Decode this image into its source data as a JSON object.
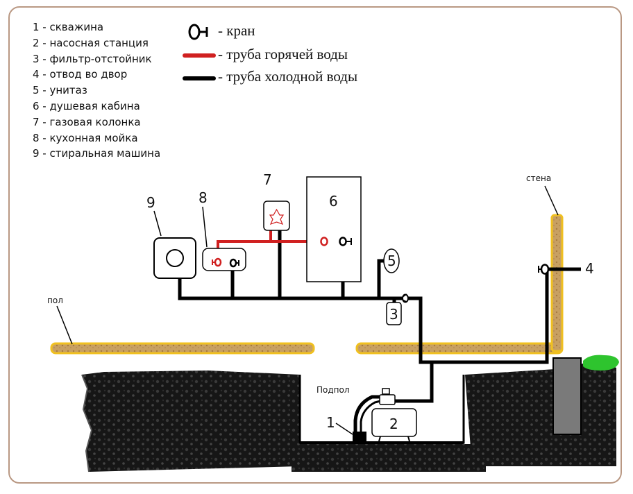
{
  "legend_items": [
    "1 - скважина",
    "2 - насосная станция",
    "3 - фильтр-отстойник",
    "4 - отвод во двор",
    "5 - унитаз",
    "6 - душевая кабина",
    "7 - газовая колонка",
    "8 - кухонная мойка",
    "9 - стиральная машина"
  ],
  "key": {
    "valve": "- кран",
    "hot_pipe": "- труба горячей воды",
    "cold_pipe": "- труба холодной воды"
  },
  "labels": {
    "floor": "пол",
    "wall": "стена",
    "subfloor": "Подпол",
    "n1": "1",
    "n2": "2",
    "n3": "3",
    "n4": "4",
    "n5": "5",
    "n6": "6",
    "n7": "7",
    "n8": "8",
    "n9": "9"
  },
  "colors": {
    "hot_pipe": "#d02020",
    "cold_pipe": "#000000",
    "floor_fill": "#c8a062",
    "floor_outline": "#f0c020",
    "soil": "#151515",
    "grass": "#2ec42e",
    "post": "#7a7a7a",
    "frame": "#b99883"
  }
}
